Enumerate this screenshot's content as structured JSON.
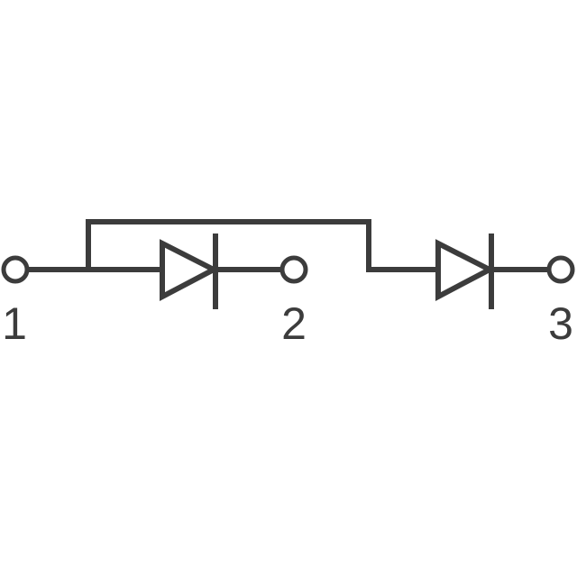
{
  "diagram": {
    "type": "dual-diode-module-schematic",
    "stroke_color": "#3c3c3c",
    "background": "#ffffff",
    "pins": [
      {
        "id": "1",
        "label": "1"
      },
      {
        "id": "2",
        "label": "2"
      },
      {
        "id": "3",
        "label": "3"
      }
    ],
    "components": [
      {
        "type": "diode",
        "anode": "1",
        "cathode": "2"
      },
      {
        "type": "diode",
        "anode": "1",
        "cathode": "3"
      }
    ]
  }
}
